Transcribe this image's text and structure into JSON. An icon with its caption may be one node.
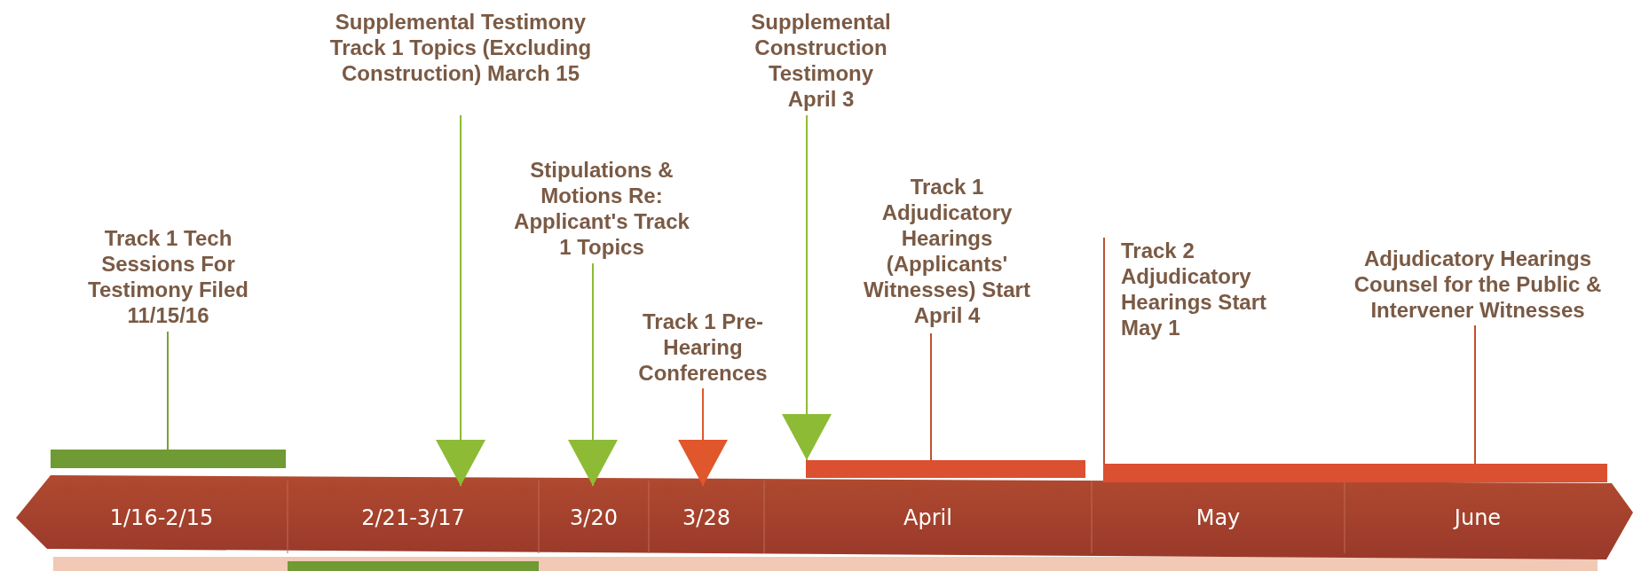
{
  "diagram": {
    "nodes": [
      {
        "text": [
          "Track 1 Tech Sessions For Testimony Filed 11/15/16"
        ]
      },
      {
        "text": [],
        "shape": "bar"
      },
      {
        "text": [
          "Supplemental Testimony Track 1 Topics (Excluding Construction) March 15"
        ]
      },
      {
        "text": [
          "Stipulations & Motions Re: Applicant's Track 1 Topics"
        ]
      },
      {
        "text": [
          "Track 1 Pre-Hearing Conferences"
        ]
      },
      {
        "text": [
          "Supplemental Construction Testimony April 3"
        ]
      },
      {
        "text": [
          "Track 1 Adjudicatory Hearings (Applicants' Witnesses) Start April 4"
        ]
      },
      {
        "text": [],
        "shape": "bar"
      },
      {
        "text": [
          "Track 2 Adjudicatory Hearings Start May 1"
        ]
      },
      {
        "text": [
          "Adjudicatory Hearings Counsel for the Public & Intervener Witnesses"
        ]
      },
      {
        "text": [],
        "shape": "bar"
      },
      {
        "text": [
          "1/16-2/15"
        ]
      },
      {
        "text": [
          "2/21-3/17"
        ]
      },
      {
        "text": [
          "3/20"
        ]
      },
      {
        "text": [
          "3/28"
        ]
      },
      {
        "text": [
          "April"
        ]
      },
      {
        "text": [
          "May"
        ]
      },
      {
        "text": [
          "June"
        ]
      }
    ],
    "edges": [
      {
        "from": 0,
        "to": 1,
        "arrow": "none",
        "color": "#78a232"
      },
      {
        "from": 2,
        "to": 12,
        "arrow": "to",
        "color": "#8dbb35"
      },
      {
        "from": 3,
        "to": 13,
        "arrow": "to",
        "color": "#8dbb35"
      },
      {
        "from": 4,
        "to": 14,
        "arrow": "to",
        "color": "#e0572b"
      },
      {
        "from": 5,
        "to": 7,
        "arrow": "to",
        "color": "#8dbb35"
      },
      {
        "from": 6,
        "to": 7,
        "arrow": "none",
        "color": "#c0502f"
      },
      {
        "from": 8,
        "to": 10,
        "arrow": "none",
        "color": "#c0502f"
      },
      {
        "from": 9,
        "to": 10,
        "arrow": "none",
        "color": "#c0502f"
      }
    ]
  }
}
